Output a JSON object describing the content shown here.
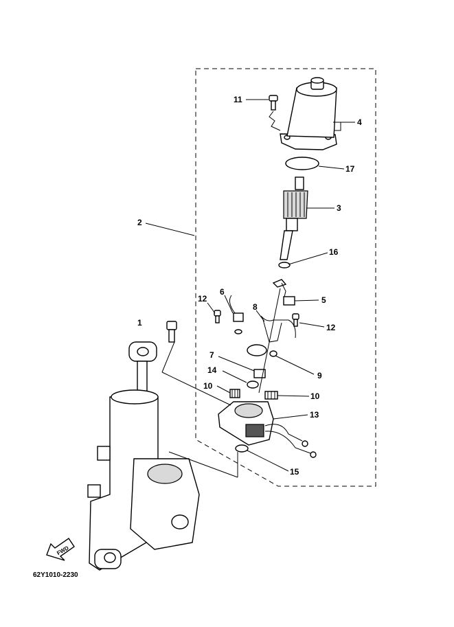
{
  "callouts": {
    "c1": "1",
    "c2": "2",
    "c3": "3",
    "c4": "4",
    "c5": "5",
    "c6": "6",
    "c7": "7",
    "c8": "8",
    "c9": "9",
    "c10a": "10",
    "c10b": "10",
    "c11": "11",
    "c12a": "12",
    "c12b": "12",
    "c13": "13",
    "c14": "14",
    "c15": "15",
    "c16": "16",
    "c17": "17"
  },
  "arrow_label": "FWD",
  "diagram_code": "62Y1010-2230",
  "colors": {
    "ink": "#000000",
    "paper": "#ffffff",
    "shade": "#d9d9d9"
  }
}
